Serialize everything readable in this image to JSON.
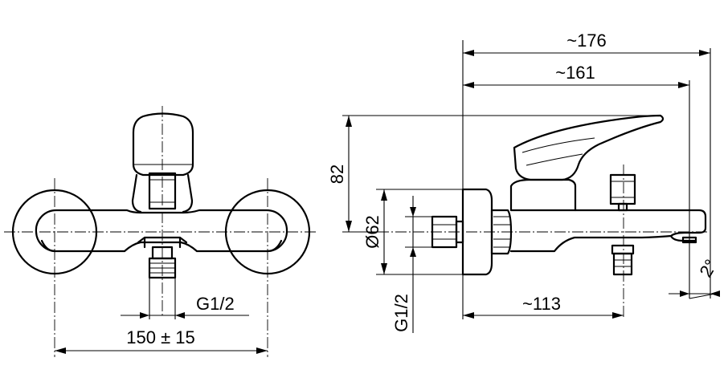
{
  "front_view": {
    "thread_label": "G1/2",
    "width_label": "150 ± 15"
  },
  "side_view": {
    "overall_length_label": "~176",
    "spout_length_label": "~161",
    "height_label": "82",
    "rosette_diameter_label": "Ø62",
    "outlet_distance_label": "~113",
    "thread_label": "G1/2",
    "angle_label": "2°"
  }
}
